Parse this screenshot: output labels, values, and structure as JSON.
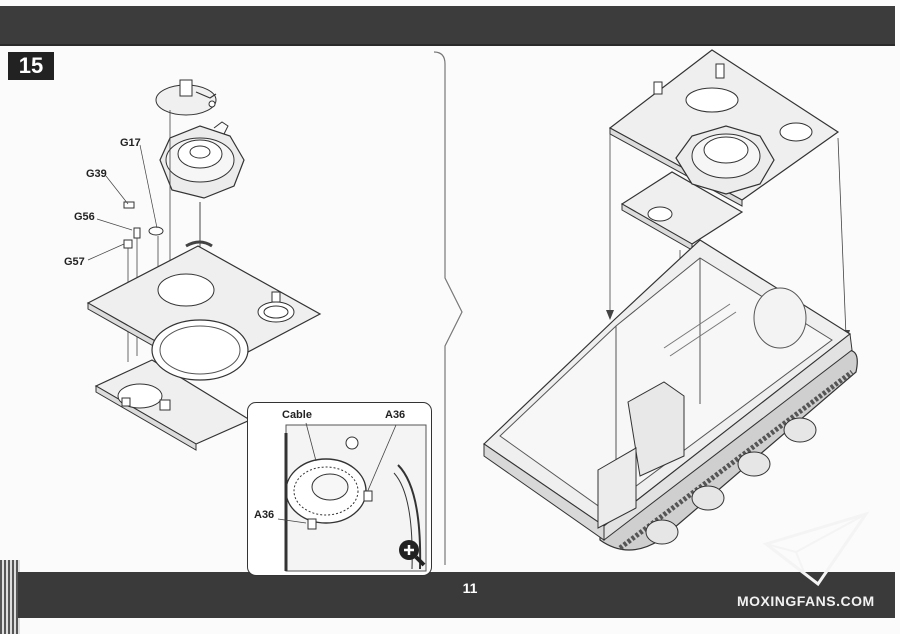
{
  "step_number": "15",
  "page_number": "11",
  "part_labels": {
    "g17": "G17",
    "g39": "G39",
    "g56": "G56",
    "g57": "G57"
  },
  "detail_inset": {
    "cable_label": "Cable",
    "a36_label_top": "A36",
    "a36_label_left": "A36",
    "zoom_icon": "magnifier-plus-icon"
  },
  "watermark_text": "MOXINGFANS.COM",
  "colors": {
    "band": "#3c3c3c",
    "badge": "#222222",
    "line_art": "#333333",
    "panel_fill": "#efefef"
  }
}
